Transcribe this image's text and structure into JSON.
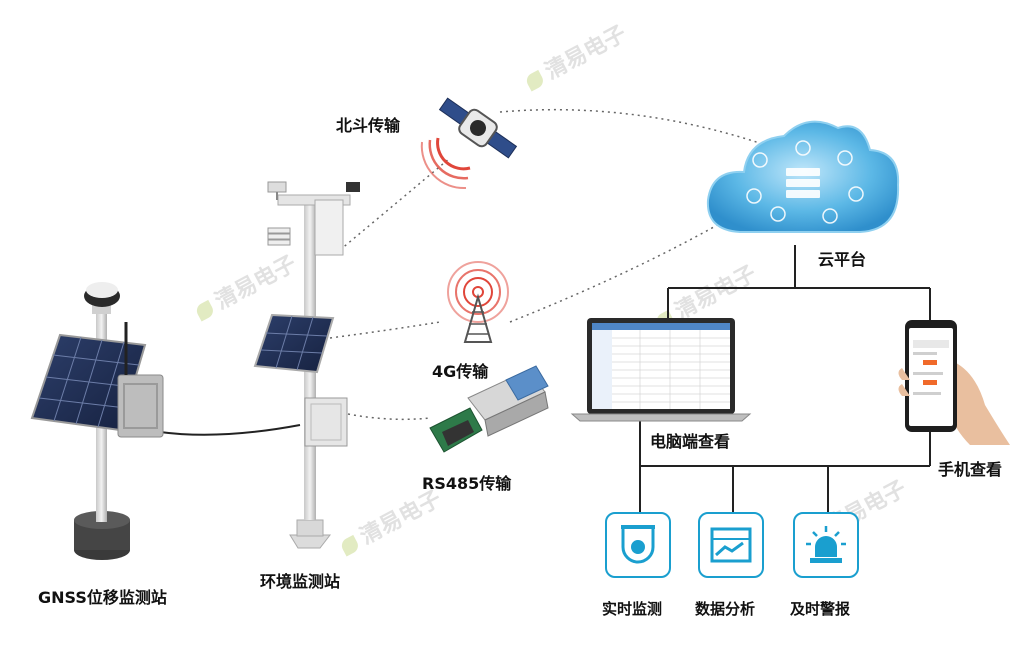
{
  "watermark": "清易电子",
  "labels": {
    "gnss_station": "GNSS位移监测站",
    "env_station": "环境监测站",
    "beidou": "北斗传输",
    "g4": "4G传输",
    "rs485": "RS485传输",
    "cloud": "云平台",
    "pc": "电脑端查看",
    "phone": "手机查看"
  },
  "features": [
    {
      "label": "实时监测",
      "icon": "camera-icon"
    },
    {
      "label": "数据分析",
      "icon": "chart-icon"
    },
    {
      "label": "及时警报",
      "icon": "alarm-icon"
    }
  ],
  "colors": {
    "accent": "#1a9fcf",
    "cloud": "#4fb0e0",
    "signal": "#e0463a",
    "line": "#222222"
  }
}
